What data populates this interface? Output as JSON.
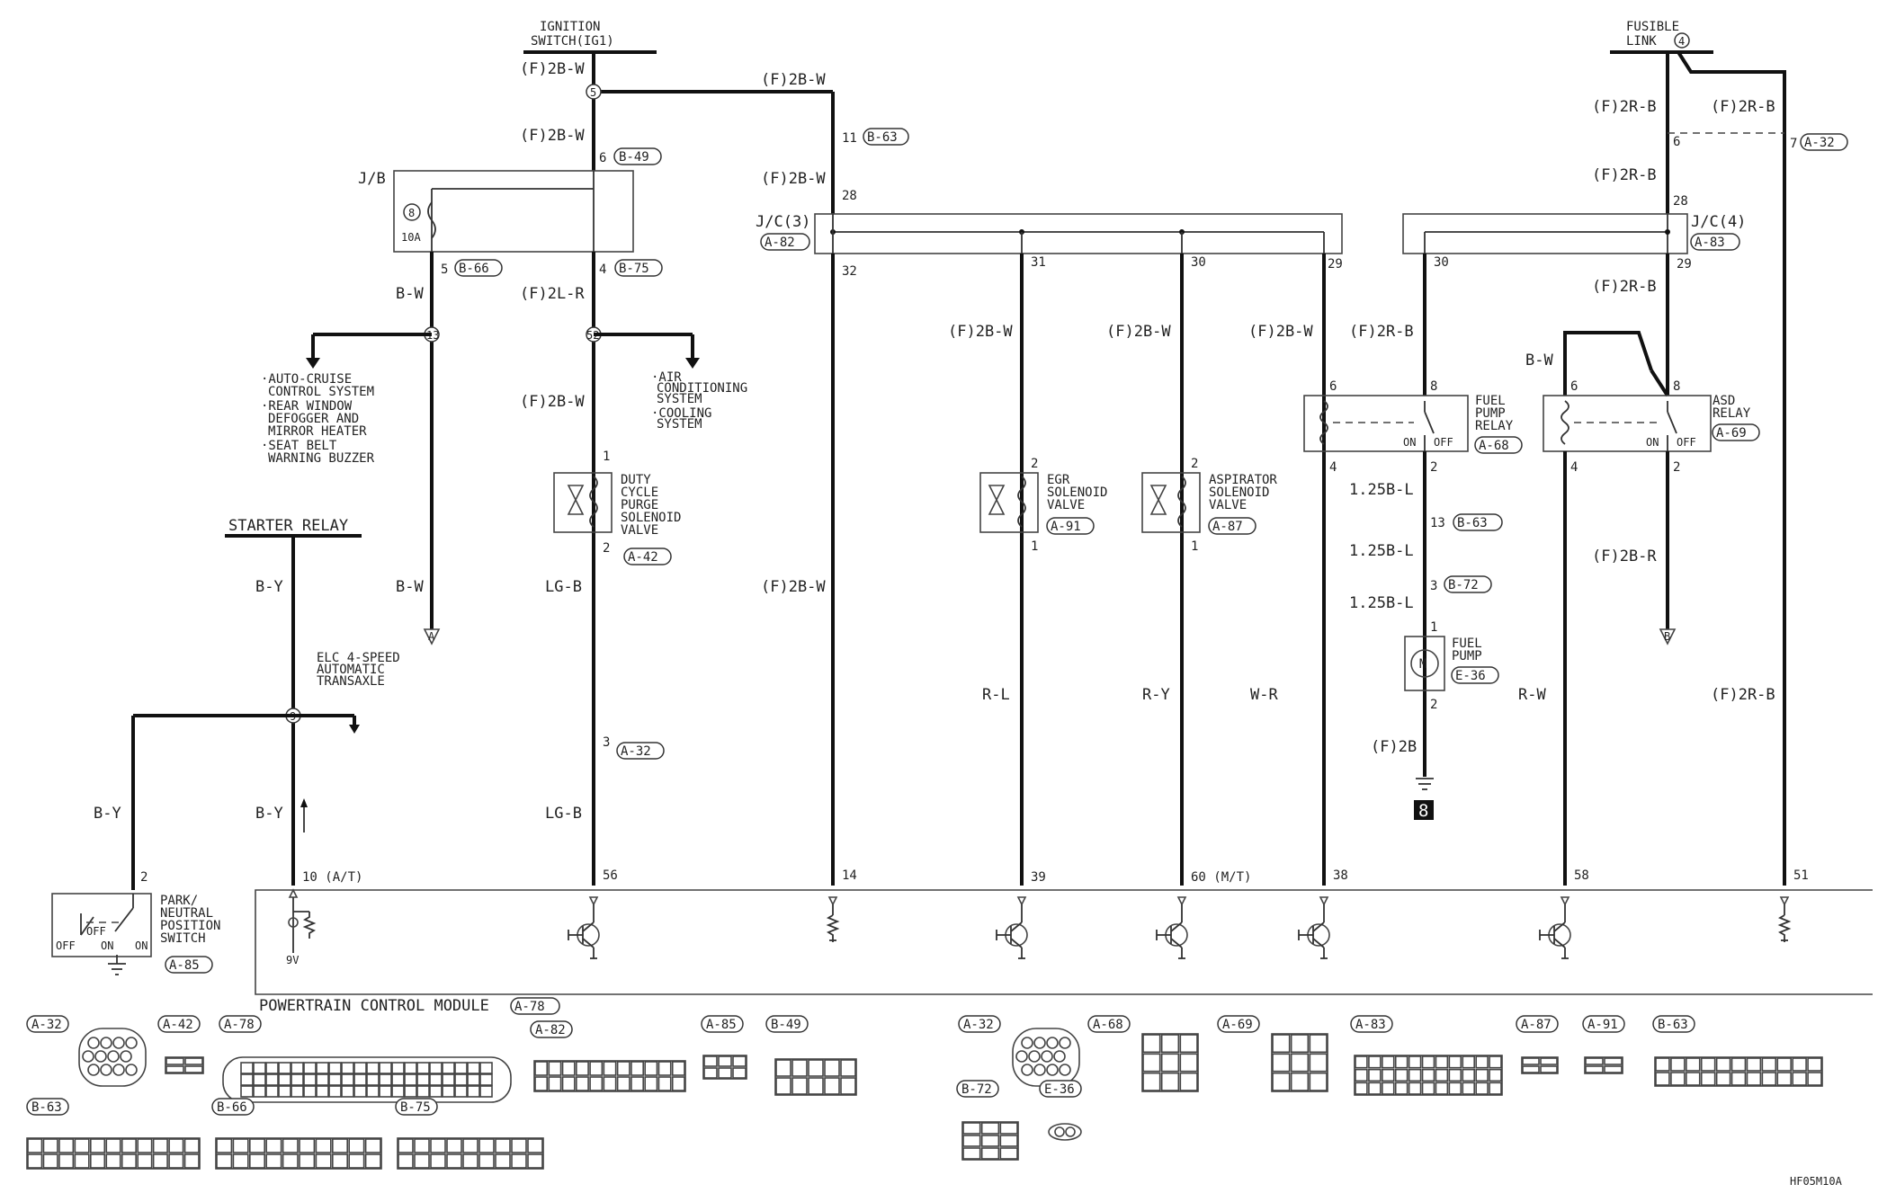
{
  "header_sources": {
    "ignition_line1": "IGNITION",
    "ignition_line2": "SWITCH(IG1)",
    "fusible_line1": "FUSIBLE",
    "fusible_line2": "LINK",
    "fusible_num": "4",
    "starter_relay": "STARTER RELAY"
  },
  "wire_colors": {
    "f2bw": "(F)2B-W",
    "f2lr": "(F)2L-R",
    "f2rb": "(F)2R-B",
    "f2rr": "(F)2B-R",
    "bw": "B-W",
    "by": "B-Y",
    "lgb": "LG-B",
    "rl": "R-L",
    "ry": "R-Y",
    "wr": "W-R",
    "rw": "R-W",
    "b125": "1.25B-L",
    "f2b": "(F)2B"
  },
  "connectors": {
    "b63": "B-63",
    "b49": "B-49",
    "b66": "B-66",
    "b75": "B-75",
    "a82": "A-82",
    "a83": "A-83",
    "a32": "A-32",
    "a42": "A-42",
    "a91": "A-91",
    "a87": "A-87",
    "a68": "A-68",
    "a69": "A-69",
    "b72": "B-72",
    "e36": "E-36",
    "a85": "A-85",
    "a78": "A-78"
  },
  "pins": {
    "p11": "11",
    "p6": "6",
    "p5": "5",
    "p4": "4",
    "p28": "28",
    "p32": "32",
    "p31": "31",
    "p30": "30",
    "p29": "29",
    "p7": "7",
    "p8": "8",
    "p1": "1",
    "p2": "2",
    "p3": "3",
    "p13": "13",
    "p56": "56",
    "p14": "14",
    "p39": "39",
    "p60mt": "60 (M/T)",
    "p38": "38",
    "p58": "58",
    "p51": "51",
    "p10at": "10 (A/T)"
  },
  "components": {
    "jb": "J/B",
    "fuse_num": "8",
    "fuse_amp": "10A",
    "jc3": "J/C(3)",
    "jc4": "J/C(4)",
    "duty1": "DUTY",
    "duty2": "CYCLE",
    "duty3": "PURGE",
    "duty4": "SOLENOID",
    "duty5": "VALVE",
    "egr1": "EGR",
    "egr2": "SOLENOID",
    "egr3": "VALVE",
    "asp1": "ASPIRATOR",
    "asp2": "SOLENOID",
    "asp3": "VALVE",
    "fpr1": "FUEL",
    "fpr2": "PUMP",
    "fpr3": "RELAY",
    "asd1": "ASD",
    "asd2": "RELAY",
    "on": "ON",
    "off": "OFF",
    "fp1": "FUEL",
    "fp2": "PUMP",
    "pn1": "PARK/",
    "pn2": "NEUTRAL",
    "pn3": "POSITION",
    "pn4": "SWITCH",
    "pcm": "POWERTRAIN CONTROL MODULE",
    "ground_ref": "8",
    "nine_v": "9V"
  },
  "notes": {
    "left1": "·AUTO-CRUISE",
    "left2": "CONTROL SYSTEM",
    "left3": "·REAR WINDOW",
    "left4": "DEFOGGER AND",
    "left5": "MIRROR HEATER",
    "left6": "·SEAT BELT",
    "left7": "WARNING BUZZER",
    "ac1": "·AIR",
    "ac2": "CONDITIONING",
    "ac3": "SYSTEM",
    "ac4": "·COOLING",
    "ac5": "SYSTEM",
    "elc1": "ELC 4-SPEED",
    "elc2": "AUTOMATIC",
    "elc3": "TRANSAXLE"
  },
  "splices": {
    "s5": "5",
    "s13": "13",
    "s52": "52",
    "s9": "9"
  },
  "arrow_letters": {
    "a": "A",
    "b": "B"
  },
  "figure_id": "HF05M10A",
  "connector_views": {
    "a32": "A-32",
    "a42": "A-42",
    "a78": "A-78",
    "a82": "A-82",
    "a85": "A-85",
    "b49": "B-49",
    "b63": "B-63",
    "b66": "B-66",
    "b75": "B-75",
    "a68": "A-68",
    "a69": "A-69",
    "a83": "A-83",
    "a87": "A-87",
    "a91": "A-91",
    "b72": "B-72",
    "e36": "E-36"
  }
}
